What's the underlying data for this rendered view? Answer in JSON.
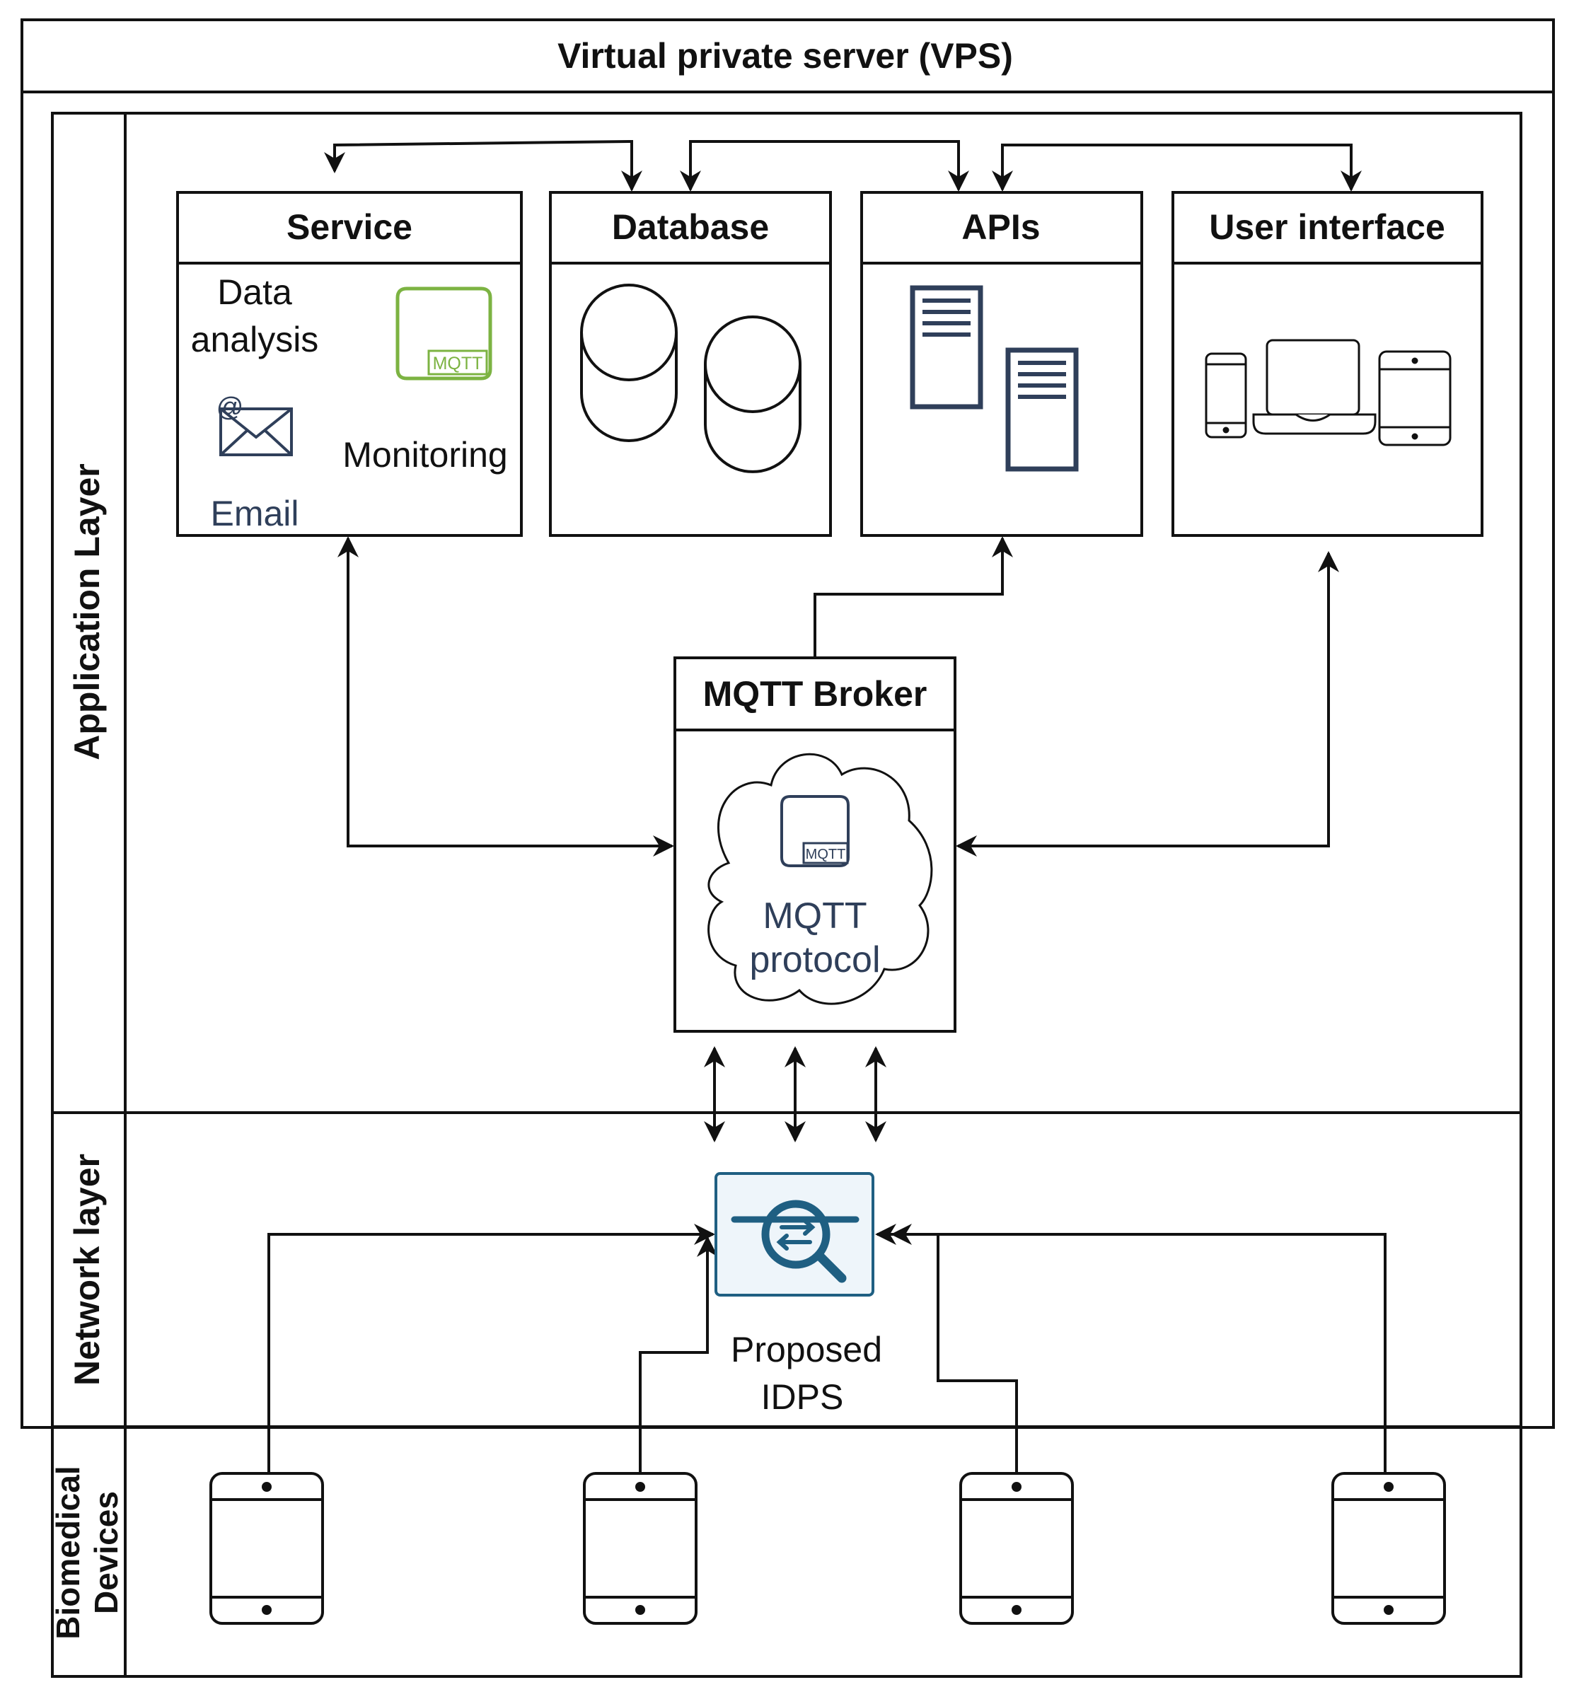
{
  "vps": {
    "title": "Virtual private server (VPS)"
  },
  "layers": {
    "application": "Application Layer",
    "network": "Network layer",
    "devices_line1": "Biomedical",
    "devices_line2": "Devices"
  },
  "boxes": {
    "service": {
      "title": "Service",
      "data_analysis_line1": "Data",
      "data_analysis_line2": "analysis",
      "monitoring": "Monitoring",
      "email": "Email",
      "email_at": "@",
      "mqtt_badge": "MQTT"
    },
    "database": {
      "title": "Database"
    },
    "apis": {
      "title": "APIs"
    },
    "ui": {
      "title": "User interface"
    },
    "broker": {
      "title": "MQTT Broker",
      "protocol_line1": "MQTT",
      "protocol_line2": "protocol",
      "mqtt_badge": "MQTT"
    },
    "idps": {
      "label_line1": "Proposed",
      "label_line2": "IDPS"
    }
  },
  "colors": {
    "stroke": "#111111",
    "mqtt_green": "#7cb342",
    "icon_navy": "#2f3f5a",
    "idps_blue": "#1f5f82",
    "idps_fill": "#eef5fa"
  },
  "icons": {
    "service": [
      "mqtt-icon",
      "email-icon"
    ],
    "database": [
      "database-cylinder-icon"
    ],
    "apis": [
      "server-icon"
    ],
    "ui": [
      "phone-icon",
      "laptop-icon",
      "tablet-icon"
    ],
    "idps": [
      "network-inspection-icon"
    ],
    "devices": [
      "tablet-device-icon"
    ]
  }
}
